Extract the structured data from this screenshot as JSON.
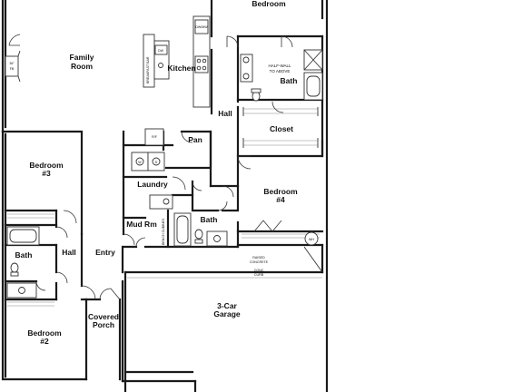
{
  "rooms": {
    "bedroom_top": "Bedroom",
    "family_room_1": "Family",
    "family_room_2": "Room",
    "kitchen": "Kitchen",
    "bath_master": "Bath",
    "closet": "Closet",
    "hall_upper": "Hall",
    "pantry": "Pan",
    "bedroom3_1": "Bedroom",
    "bedroom3_2": "#3",
    "laundry": "Laundry",
    "bedroom4_1": "Bedroom",
    "bedroom4_2": "#4",
    "mud_room": "Mud Rm",
    "bath_center": "Bath",
    "bath_left": "Bath",
    "hall_left": "Hall",
    "entry": "Entry",
    "garage_1": "3-Car",
    "garage_2": "Garage",
    "covered_porch_1": "Covered",
    "covered_porch_2": "Porch",
    "bedroom2_1": "Bedroom",
    "bedroom2_2": "#2"
  },
  "annotations": {
    "dw": "DW",
    "breakfast_bar": "BREAKFAST BAR",
    "dw_mw": "DW/MW",
    "fireplace_1": "36\"",
    "fireplace_2": "FB",
    "half_wall_1": "HALF-WALL",
    "half_wall_2": "TO ABOVE",
    "rf": "R/F",
    "wd_w": "W",
    "wd_d": "D",
    "bench_cubbies": "BENCH CUBBIES",
    "wh": "WH",
    "raised_concrete_1": "RAISED",
    "raised_concrete_2": "CONCRETE",
    "conc_curb_1": "CONC",
    "conc_curb_2": "CURB"
  }
}
